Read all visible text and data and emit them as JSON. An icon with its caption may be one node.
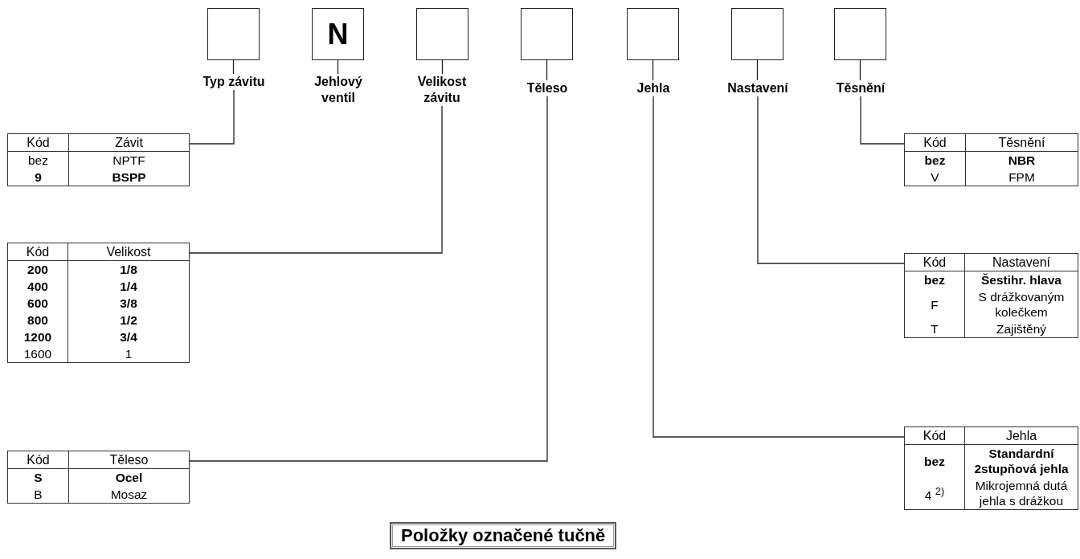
{
  "diagram": {
    "nodes": [
      {
        "text": [],
        "shape": "box"
      },
      {
        "text": [
          "N"
        ]
      },
      {
        "text": [],
        "shape": "box"
      },
      {
        "text": [],
        "shape": "box"
      },
      {
        "text": [],
        "shape": "box"
      },
      {
        "text": [],
        "shape": "box"
      },
      {
        "text": [],
        "shape": "box"
      },
      {
        "text": [
          "Typ závitu"
        ]
      },
      {
        "text": [
          "Jehlový ventil"
        ]
      },
      {
        "text": [
          "Velikost závitu"
        ]
      },
      {
        "text": [
          "Těleso"
        ]
      },
      {
        "text": [
          "Jehla"
        ]
      },
      {
        "text": [
          "Nastavení"
        ]
      },
      {
        "text": [
          "Těsnění"
        ]
      },
      {
        "text": [
          "Kód",
          "Závit",
          "bez",
          "NPTF",
          "9",
          "BSPP"
        ]
      },
      {
        "text": [
          "Kód",
          "Těsnění",
          "bez",
          "NBR",
          "V",
          "FPM"
        ]
      },
      {
        "text": [
          "Kód",
          "Velikost",
          "200",
          "1/8",
          "400",
          "1/4",
          "600",
          "3/8",
          "800",
          "1/2",
          "1200",
          "3/4",
          "1600",
          "1"
        ]
      },
      {
        "text": [
          "Kód",
          "Nastavení",
          "bez",
          "Šestihr. hlava",
          "F",
          "S drážkovaným kolečkem",
          "T",
          "Zajištěný"
        ]
      },
      {
        "text": [
          "Kód",
          "Těleso",
          "S",
          "Ocel",
          "B",
          "Mosaz"
        ]
      },
      {
        "text": [
          "Kód",
          "Jehla",
          "bez",
          "Standardní 2stupňová jehla",
          "4 $^{2)}$",
          "Mikrojemná dutá jehla s drážkou"
        ]
      },
      {
        "text": [
          "Položky označené tučně"
        ]
      }
    ],
    "edges": [
      {
        "from": 0,
        "to": 7,
        "arrow": "none"
      },
      {
        "from": 1,
        "to": 8,
        "arrow": "none"
      },
      {
        "from": 2,
        "to": 9,
        "arrow": "none"
      },
      {
        "from": 3,
        "to": 10,
        "arrow": "none"
      },
      {
        "from": 4,
        "to": 11,
        "arrow": "none"
      },
      {
        "from": 5,
        "to": 12,
        "arrow": "none"
      },
      {
        "from": 6,
        "to": 13,
        "arrow": "none"
      },
      {
        "from": 7,
        "to": 14,
        "arrow": "none"
      },
      {
        "from": 9,
        "to": 16,
        "arrow": "none"
      },
      {
        "from": 10,
        "to": 18,
        "arrow": "none"
      },
      {
        "from": 11,
        "to": 19,
        "arrow": "none"
      },
      {
        "from": 12,
        "to": 17,
        "arrow": "none"
      },
      {
        "from": 13,
        "to": 15,
        "arrow": "none"
      }
    ]
  }
}
